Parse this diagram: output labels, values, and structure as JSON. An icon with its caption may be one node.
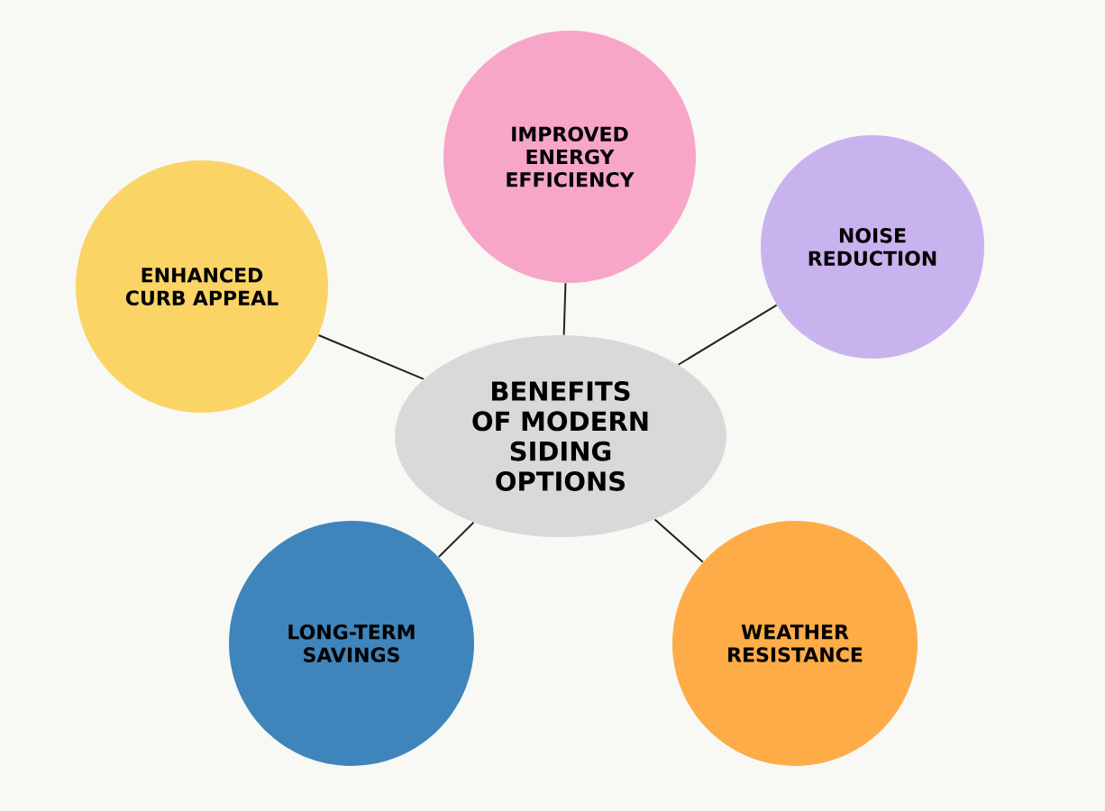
{
  "diagram": {
    "nodes": [
      {
        "text": [
          "BENEFITS OF MODERN SIDING OPTIONS"
        ]
      },
      {
        "text": [
          "IMPROVED ENERGY EFFICIENCY"
        ]
      },
      {
        "text": [
          "NOISE REDUCTION"
        ]
      },
      {
        "text": [
          "ENHANCED CURB APPEAL"
        ]
      },
      {
        "text": [
          "LONG-TERM SAVINGS"
        ]
      },
      {
        "text": [
          "WEATHER RESISTANCE"
        ]
      }
    ],
    "edges": [
      {
        "from": 0,
        "to": 1,
        "arrow": "none"
      },
      {
        "from": 0,
        "to": 2,
        "arrow": "none"
      },
      {
        "from": 0,
        "to": 3,
        "arrow": "none"
      },
      {
        "from": 0,
        "to": 4,
        "arrow": "none"
      },
      {
        "from": 0,
        "to": 5,
        "arrow": "none"
      }
    ]
  }
}
